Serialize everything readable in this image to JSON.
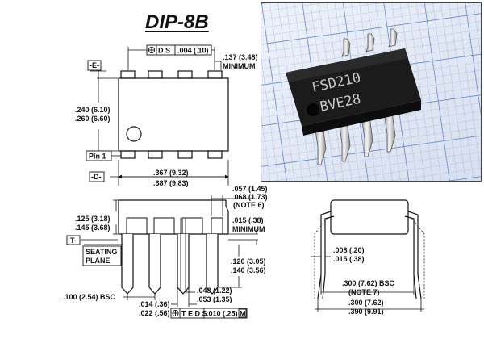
{
  "title": "DIP-8B",
  "photo": {
    "chip_line1": "FSD210",
    "chip_line2": "BVE28"
  },
  "top_view": {
    "datum_e": "-E-",
    "datum_d": "-D-",
    "pin1": "Pin 1",
    "tol_box": "D S",
    "tol_value": ".004 (.10)",
    "lead_min_1": ".137 (3.48)",
    "lead_min_2": "MINIMUM",
    "width_1": ".240 (6.10)",
    "width_2": ".260 (6.60)",
    "length_1": ".367 (9.32)",
    "length_2": ".387 (9.83)"
  },
  "side_view": {
    "datum_t": "-T-",
    "seating_1": "SEATING",
    "seating_2": "PLANE",
    "body_h_1": ".125 (3.18)",
    "body_h_2": ".145 (3.68)",
    "shoulder_1": ".057 (1.45)",
    "shoulder_2": ".068 (1.73)",
    "shoulder_note": "(NOTE 6)",
    "standoff_1": ".015 (.38)",
    "standoff_2": "MINIMUM",
    "lead_len_1": ".120 (3.05)",
    "lead_len_2": ".140 (3.56)",
    "pitch": ".100 (2.54) BSC",
    "upper_w_1": ".048 (1.22)",
    "upper_w_2": ".053 (1.35)",
    "lead_w_1": ".014 (.36)",
    "lead_w_2": ".022 (.56)",
    "tol_box": "T E D S",
    "tol_value": ".010 (.25)",
    "tol_modifier": "M"
  },
  "end_view": {
    "thick_1": ".008 (.20)",
    "thick_2": ".015 (.38)",
    "row_1": ".300 (7.62) BSC",
    "row_2": "(NOTE 7)",
    "span_1": ".300 (7.62)",
    "span_2": ".390 (9.91)"
  }
}
